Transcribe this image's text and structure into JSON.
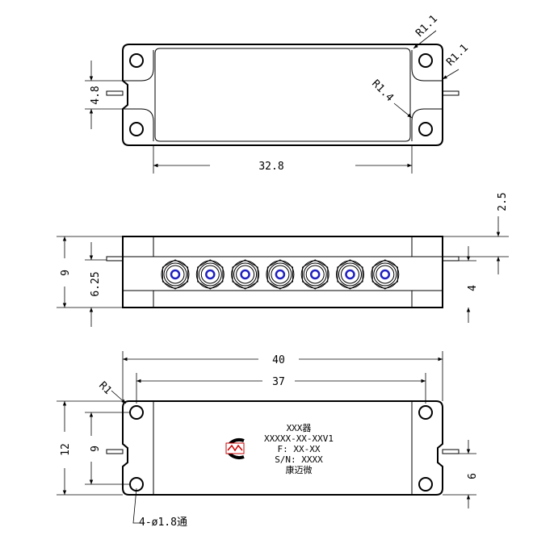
{
  "top_view": {
    "width_label": "32.8",
    "pin_spacing_label": "4.8",
    "radius_labels": [
      "R1.1",
      "R1.1",
      "R1.4"
    ]
  },
  "side_view": {
    "height_label": "9",
    "center_label": "6.25",
    "pin_height_label": "2.5",
    "pin_offset_label": "4",
    "connector_count": 7,
    "connector_color": "#2020c0"
  },
  "bottom_view": {
    "overall_width_label": "40",
    "hole_spacing_label": "37",
    "height_label": "12",
    "inner_height_label": "9",
    "pin_offset_label": "6",
    "corner_radius_label": "R1",
    "hole_note": "4-ø1.8通",
    "nameplate": {
      "line1": "XXX器",
      "line2": "XXXXX-XX-XXV1",
      "line3": "F: XX-XX",
      "line4": "S/N: XXXX",
      "line5": "康迈微",
      "logo_text": "MW",
      "logo_color": "#cc0000"
    }
  }
}
